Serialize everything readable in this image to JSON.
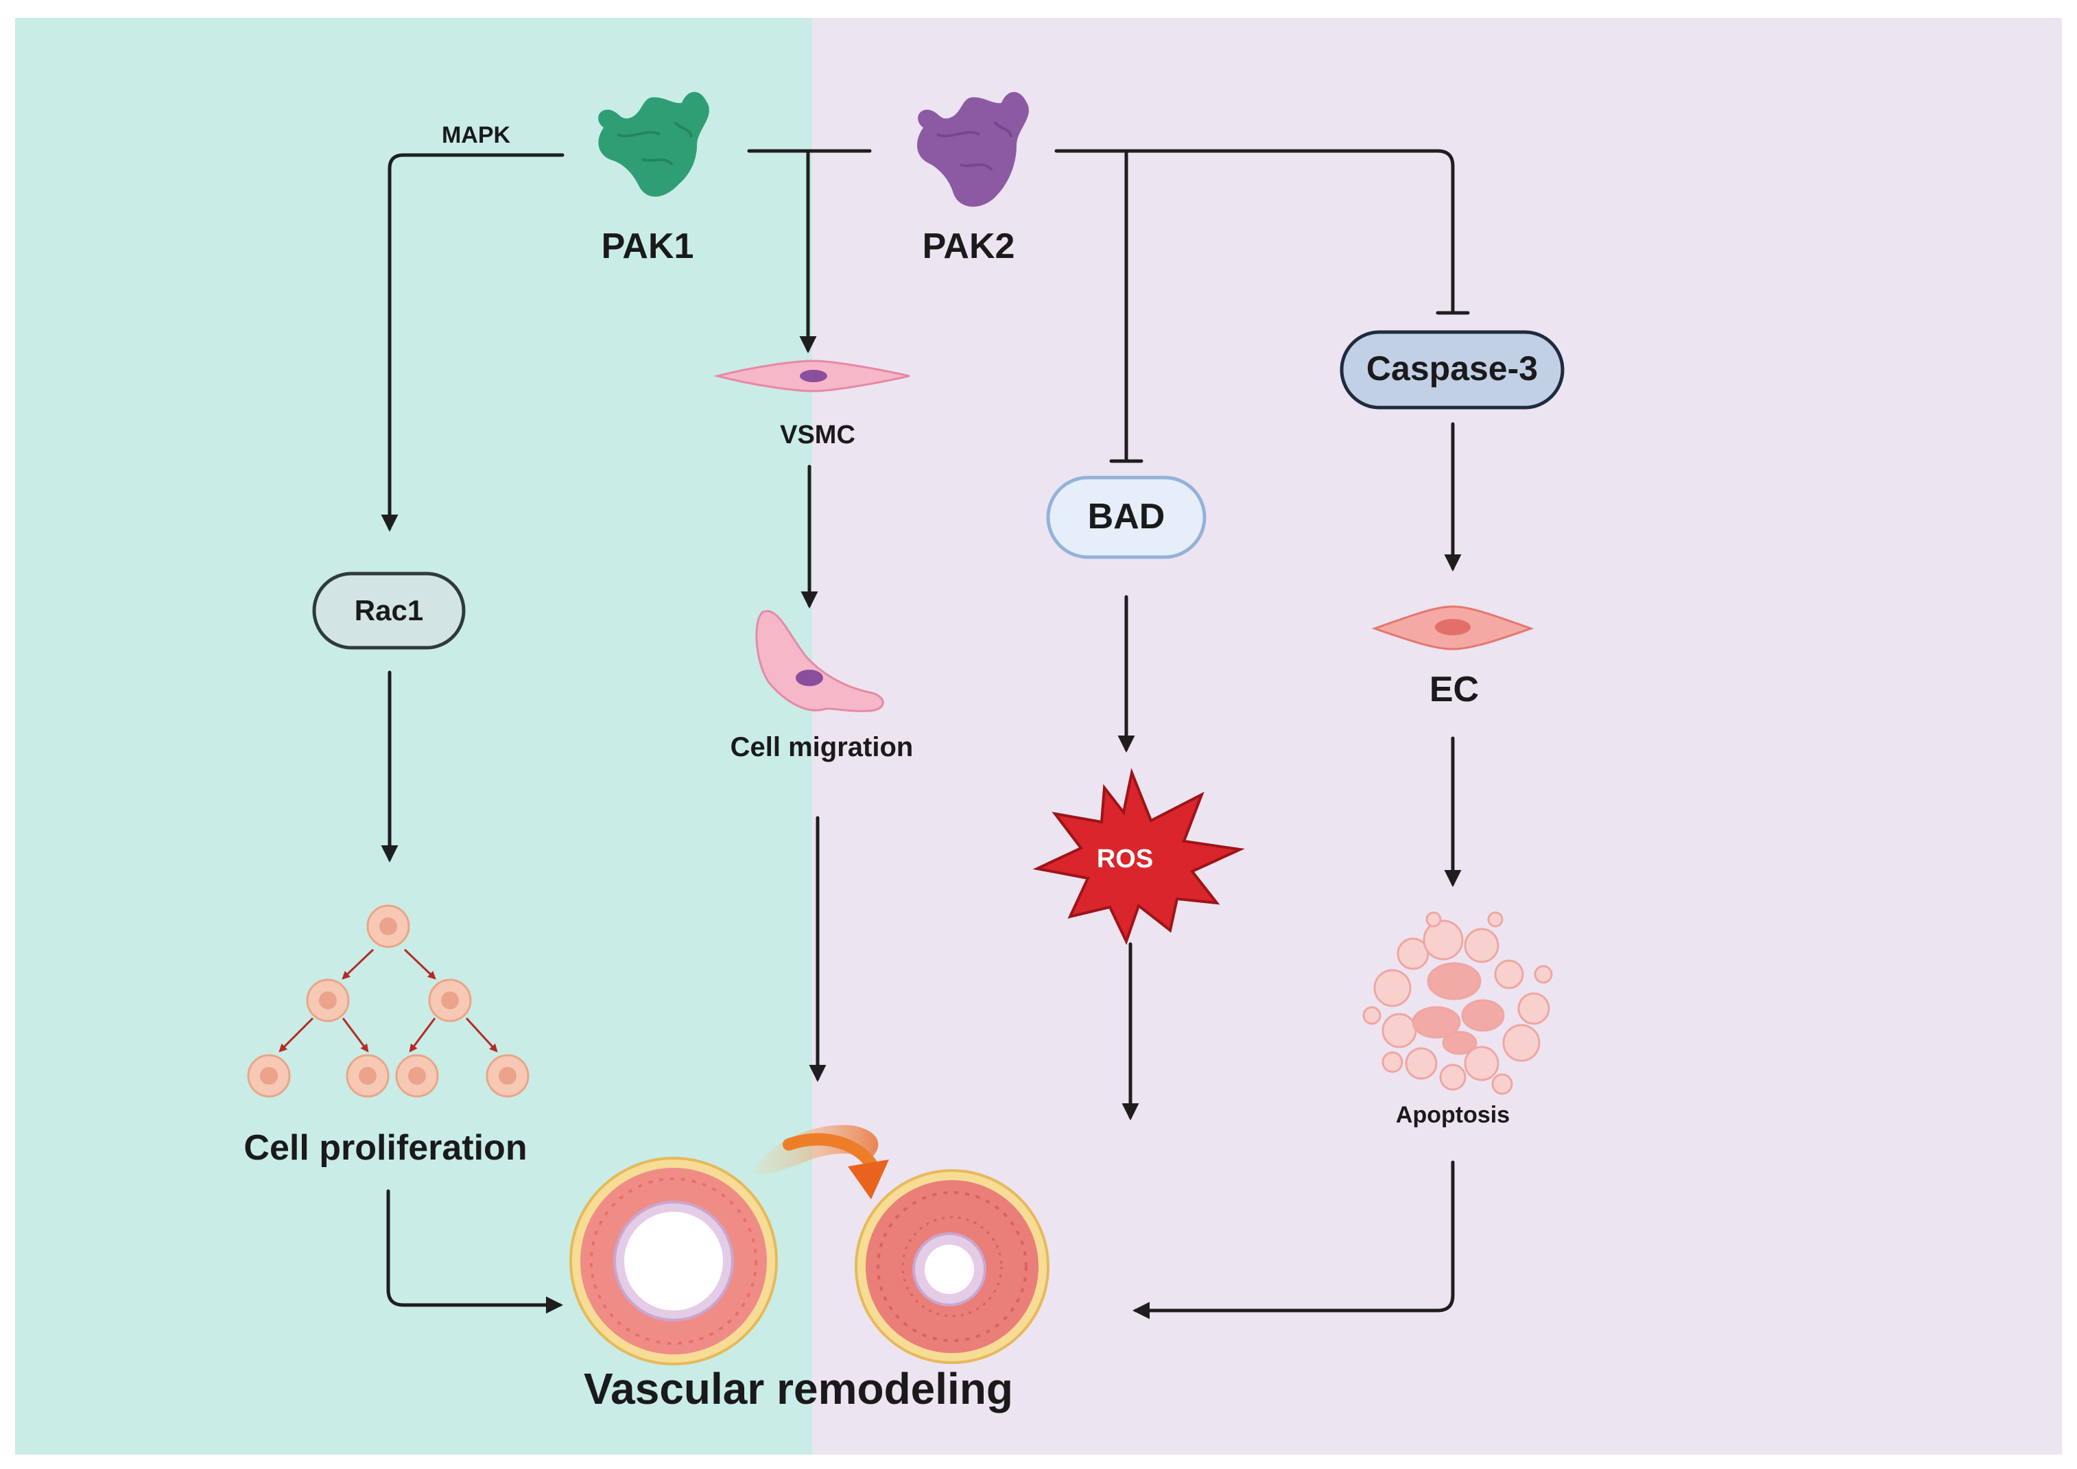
{
  "labels": {
    "mapk": "MAPK",
    "pak1": "PAK1",
    "pak2": "PAK2",
    "vsmc": "VSMC",
    "caspase3": "Caspase-3",
    "bad": "BAD",
    "rac1": "Rac1",
    "cell_migration": "Cell migration",
    "ec": "EC",
    "ros": "ROS",
    "apoptosis": "Apoptosis",
    "cell_proliferation": "Cell proliferation",
    "vascular_remodeling": "Vascular remodeling"
  },
  "colors": {
    "left_panel": "#c9ece6",
    "right_panel": "#ede4f1",
    "pak1": "#2f9e74",
    "pak2": "#8c5aa3",
    "arrow": "#1e1e1e",
    "ros": "#d9252b",
    "curved_arrow": "#ee7d2a"
  }
}
